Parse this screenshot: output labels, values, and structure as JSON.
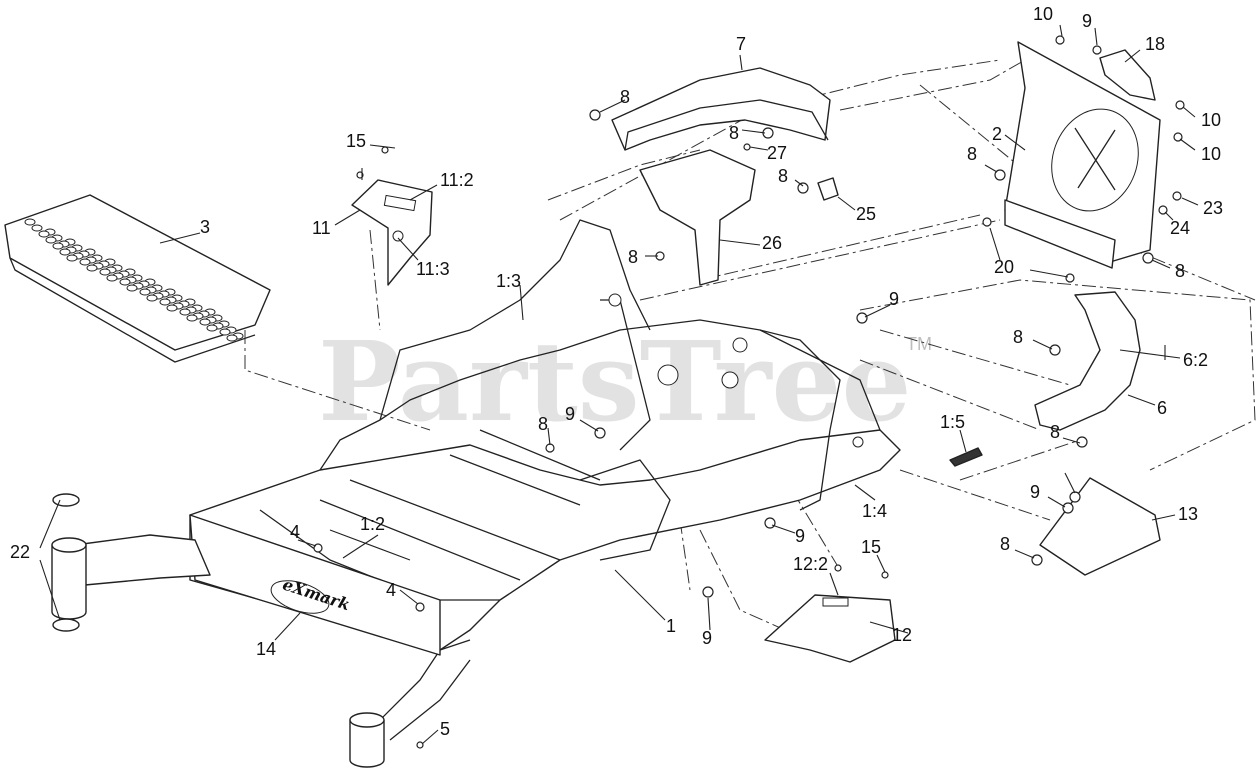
{
  "watermark": {
    "text": "PartsTree",
    "trademark": "TM"
  },
  "logo": {
    "text": "eXmark"
  },
  "callouts": [
    {
      "id": "c1",
      "label": "1"
    },
    {
      "id": "c1-2",
      "label": "1:2"
    },
    {
      "id": "c1-3",
      "label": "1:3"
    },
    {
      "id": "c1-4",
      "label": "1:4"
    },
    {
      "id": "c1-5",
      "label": "1:5"
    },
    {
      "id": "c2",
      "label": "2"
    },
    {
      "id": "c3",
      "label": "3"
    },
    {
      "id": "c4a",
      "label": "4"
    },
    {
      "id": "c4b",
      "label": "4"
    },
    {
      "id": "c5",
      "label": "5"
    },
    {
      "id": "c6",
      "label": "6"
    },
    {
      "id": "c6-2",
      "label": "6:2"
    },
    {
      "id": "c7",
      "label": "7"
    },
    {
      "id": "c8a",
      "label": "8"
    },
    {
      "id": "c8b",
      "label": "8"
    },
    {
      "id": "c8c",
      "label": "8"
    },
    {
      "id": "c8d",
      "label": "8"
    },
    {
      "id": "c8e",
      "label": "8"
    },
    {
      "id": "c8f",
      "label": "8"
    },
    {
      "id": "c8g",
      "label": "8"
    },
    {
      "id": "c8h",
      "label": "8"
    },
    {
      "id": "c8i",
      "label": "8"
    },
    {
      "id": "c8j",
      "label": "8"
    },
    {
      "id": "c9a",
      "label": "9"
    },
    {
      "id": "c9b",
      "label": "9"
    },
    {
      "id": "c9c",
      "label": "9"
    },
    {
      "id": "c9d",
      "label": "9"
    },
    {
      "id": "c9e",
      "label": "9"
    },
    {
      "id": "c9f",
      "label": "9"
    },
    {
      "id": "c10a",
      "label": "10"
    },
    {
      "id": "c10b",
      "label": "10"
    },
    {
      "id": "c10c",
      "label": "10"
    },
    {
      "id": "c11",
      "label": "11"
    },
    {
      "id": "c11-2",
      "label": "11:2"
    },
    {
      "id": "c11-3",
      "label": "11:3"
    },
    {
      "id": "c12",
      "label": "12"
    },
    {
      "id": "c12-2",
      "label": "12:2"
    },
    {
      "id": "c13",
      "label": "13"
    },
    {
      "id": "c14",
      "label": "14"
    },
    {
      "id": "c15a",
      "label": "15"
    },
    {
      "id": "c15b",
      "label": "15"
    },
    {
      "id": "c18",
      "label": "18"
    },
    {
      "id": "c20",
      "label": "20"
    },
    {
      "id": "c22",
      "label": "22"
    },
    {
      "id": "c23",
      "label": "23"
    },
    {
      "id": "c24",
      "label": "24"
    },
    {
      "id": "c25",
      "label": "25"
    },
    {
      "id": "c26",
      "label": "26"
    },
    {
      "id": "c27",
      "label": "27"
    }
  ]
}
